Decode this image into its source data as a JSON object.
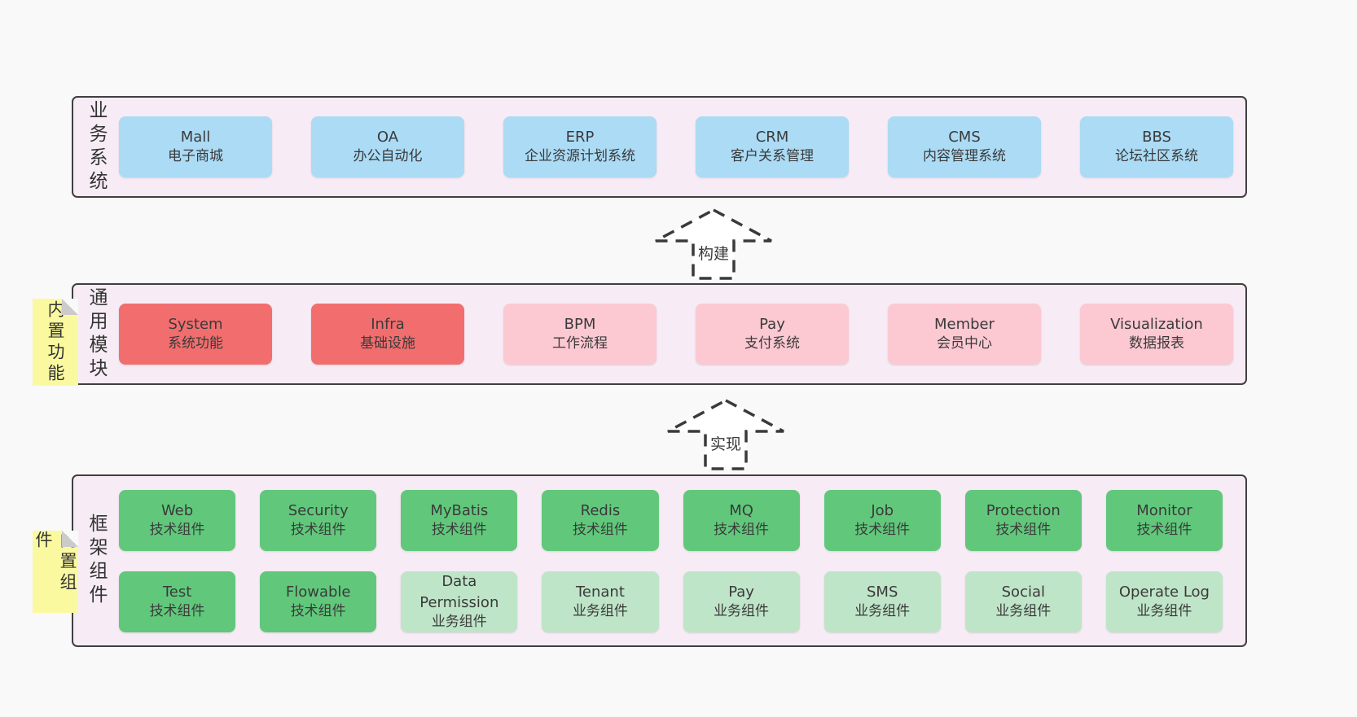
{
  "colors": {
    "page_background": "#f9f9f9",
    "band_fill": "#f7ecf5",
    "band_border": "#3f3f3f",
    "blue_box": "#abdbf5",
    "red_box": "#f26e6e",
    "pink_box": "#fcc9d3",
    "green_box": "#61c87b",
    "light_green_box": "#bfe5c8",
    "tab_yellow": "#fbf9a0",
    "text": "#3a3a3a"
  },
  "arrows": [
    {
      "label": "构建"
    },
    {
      "label": "实现"
    }
  ],
  "bands": [
    {
      "label": "业务系统",
      "boxes": [
        {
          "name": "Mall",
          "desc": "电子商城"
        },
        {
          "name": "OA",
          "desc": "办公自动化"
        },
        {
          "name": "ERP",
          "desc": "企业资源计划系统"
        },
        {
          "name": "CRM",
          "desc": "客户关系管理"
        },
        {
          "name": "CMS",
          "desc": "内容管理系统"
        },
        {
          "name": "BBS",
          "desc": "论坛社区系统"
        }
      ]
    },
    {
      "label": "通用模块",
      "tab": "内置功能",
      "boxes": [
        {
          "name": "System",
          "desc": "系统功能"
        },
        {
          "name": "Infra",
          "desc": "基础设施"
        },
        {
          "name": "BPM",
          "desc": "工作流程"
        },
        {
          "name": "Pay",
          "desc": "支付系统"
        },
        {
          "name": "Member",
          "desc": "会员中心"
        },
        {
          "name": "Visualization",
          "desc": "数据报表"
        }
      ]
    },
    {
      "label": "框架组件",
      "tab": "内置组件",
      "boxes": [
        {
          "name": "Web",
          "desc": "技术组件"
        },
        {
          "name": "Security",
          "desc": "技术组件"
        },
        {
          "name": "MyBatis",
          "desc": "技术组件"
        },
        {
          "name": "Redis",
          "desc": "技术组件"
        },
        {
          "name": "MQ",
          "desc": "技术组件"
        },
        {
          "name": "Job",
          "desc": "技术组件"
        },
        {
          "name": "Protection",
          "desc": "技术组件"
        },
        {
          "name": "Monitor",
          "desc": "技术组件"
        },
        {
          "name": "Test",
          "desc": "技术组件"
        },
        {
          "name": "Flowable",
          "desc": "技术组件"
        },
        {
          "name": "Data Permission",
          "desc": "业务组件"
        },
        {
          "name": "Tenant",
          "desc": "业务组件"
        },
        {
          "name": "Pay",
          "desc": "业务组件"
        },
        {
          "name": "SMS",
          "desc": "业务组件"
        },
        {
          "name": "Social",
          "desc": "业务组件"
        },
        {
          "name": "Operate Log",
          "desc": "业务组件"
        }
      ]
    }
  ]
}
